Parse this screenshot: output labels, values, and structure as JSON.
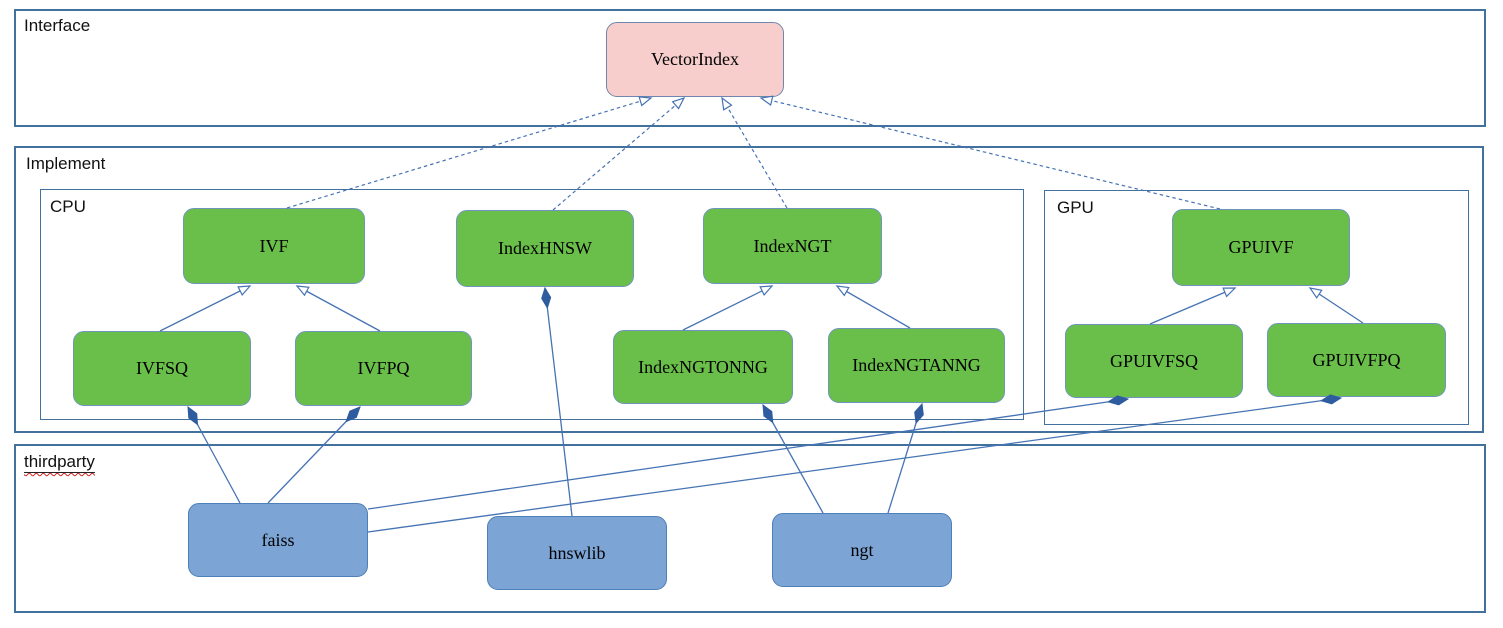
{
  "diagram": {
    "containers": {
      "interface": {
        "label": "Interface"
      },
      "implement": {
        "label": "Implement"
      },
      "cpu": {
        "label": "CPU"
      },
      "gpu": {
        "label": "GPU"
      },
      "thirdparty": {
        "label": "thirdparty"
      }
    },
    "nodes": {
      "vectorindex": {
        "label": "VectorIndex",
        "kind": "interface"
      },
      "ivf": {
        "label": "IVF",
        "kind": "cpu-class"
      },
      "indexhnsw": {
        "label": "IndexHNSW",
        "kind": "cpu-class"
      },
      "indexngt": {
        "label": "IndexNGT",
        "kind": "cpu-class"
      },
      "ivfsq": {
        "label": "IVFSQ",
        "kind": "cpu-class"
      },
      "ivfpq": {
        "label": "IVFPQ",
        "kind": "cpu-class"
      },
      "indexngtonng": {
        "label": "IndexNGTONNG",
        "kind": "cpu-class"
      },
      "indexngtanng": {
        "label": "IndexNGTANNG",
        "kind": "cpu-class"
      },
      "gpuivf": {
        "label": "GPUIVF",
        "kind": "gpu-class"
      },
      "gpuivfsq": {
        "label": "GPUIVFSQ",
        "kind": "gpu-class"
      },
      "gpuivfpq": {
        "label": "GPUIVFPQ",
        "kind": "gpu-class"
      },
      "faiss": {
        "label": "faiss",
        "kind": "thirdparty-lib"
      },
      "hnswlib": {
        "label": "hnswlib",
        "kind": "thirdparty-lib"
      },
      "ngt": {
        "label": "ngt",
        "kind": "thirdparty-lib"
      }
    },
    "edges": [
      {
        "from": "IVF",
        "to": "VectorIndex",
        "type": "realizes",
        "style": "dashed-hollow-arrow"
      },
      {
        "from": "IndexHNSW",
        "to": "VectorIndex",
        "type": "realizes",
        "style": "dashed-hollow-arrow"
      },
      {
        "from": "IndexNGT",
        "to": "VectorIndex",
        "type": "realizes",
        "style": "dashed-hollow-arrow"
      },
      {
        "from": "GPUIVF",
        "to": "VectorIndex",
        "type": "realizes",
        "style": "dashed-hollow-arrow"
      },
      {
        "from": "IVFSQ",
        "to": "IVF",
        "type": "inherits",
        "style": "solid-hollow-arrow"
      },
      {
        "from": "IVFPQ",
        "to": "IVF",
        "type": "inherits",
        "style": "solid-hollow-arrow"
      },
      {
        "from": "IndexNGTONNG",
        "to": "IndexNGT",
        "type": "inherits",
        "style": "solid-hollow-arrow"
      },
      {
        "from": "IndexNGTANNG",
        "to": "IndexNGT",
        "type": "inherits",
        "style": "solid-hollow-arrow"
      },
      {
        "from": "GPUIVFSQ",
        "to": "GPUIVF",
        "type": "inherits",
        "style": "solid-hollow-arrow"
      },
      {
        "from": "GPUIVFPQ",
        "to": "GPUIVF",
        "type": "inherits",
        "style": "solid-hollow-arrow"
      },
      {
        "from": "IndexHNSW",
        "to": "hnswlib",
        "type": "composition",
        "style": "filled-diamond"
      },
      {
        "from": "IVFSQ",
        "to": "faiss",
        "type": "composition",
        "style": "filled-diamond"
      },
      {
        "from": "IVFPQ",
        "to": "faiss",
        "type": "composition",
        "style": "filled-diamond"
      },
      {
        "from": "IndexNGTONNG",
        "to": "ngt",
        "type": "composition",
        "style": "filled-diamond"
      },
      {
        "from": "IndexNGTANNG",
        "to": "ngt",
        "type": "composition",
        "style": "filled-diamond"
      },
      {
        "from": "GPUIVFSQ",
        "to": "faiss",
        "type": "composition",
        "style": "filled-diamond"
      },
      {
        "from": "GPUIVFPQ",
        "to": "faiss",
        "type": "composition",
        "style": "filled-diamond"
      }
    ],
    "colors": {
      "interface_fill": "#f8cecc",
      "implement_fill": "#6abf4a",
      "thirdparty_fill": "#7ca4d5",
      "container_border": "#41719c",
      "connector": "#4673b4",
      "diamond_fill": "#2e5c9e",
      "spellcheck_squiggle": "#d02020"
    }
  }
}
